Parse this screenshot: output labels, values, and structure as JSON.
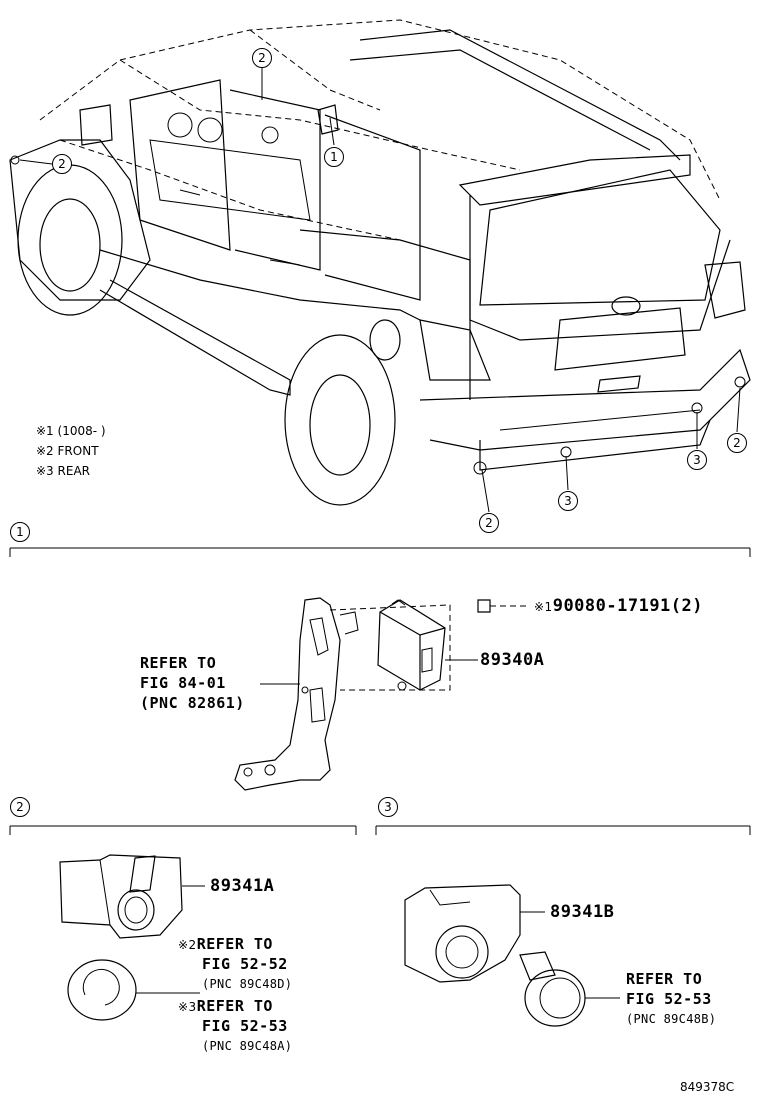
{
  "legend": {
    "items": [
      {
        "mark": "※1",
        "text": "(1008-        )"
      },
      {
        "mark": "※2",
        "text": "FRONT"
      },
      {
        "mark": "※3",
        "text": "REAR"
      }
    ]
  },
  "callouts": {
    "c1": "1",
    "c2": "2",
    "c3": "3"
  },
  "section1": {
    "number": "1",
    "refer": [
      "REFER TO",
      "FIG 84-01",
      "(PNC 82861)"
    ],
    "part_ecu": "89340A",
    "part_bolt_mark": "※1",
    "part_bolt": "90080-17191(2)"
  },
  "section2": {
    "number": "2",
    "part_sensor": "89341A",
    "ref_front_mark": "※2",
    "ref_front": [
      "REFER TO",
      "FIG 52-52",
      "(PNC 89C48D)"
    ],
    "ref_rear_mark": "※3",
    "ref_rear": [
      "REFER TO",
      "FIG 52-53",
      "(PNC 89C48A)"
    ]
  },
  "section3": {
    "number": "3",
    "part_sensor": "89341B",
    "ref": [
      "REFER TO",
      "FIG 52-53",
      "(PNC 89C48B)"
    ]
  },
  "diagram_id": "849378C"
}
